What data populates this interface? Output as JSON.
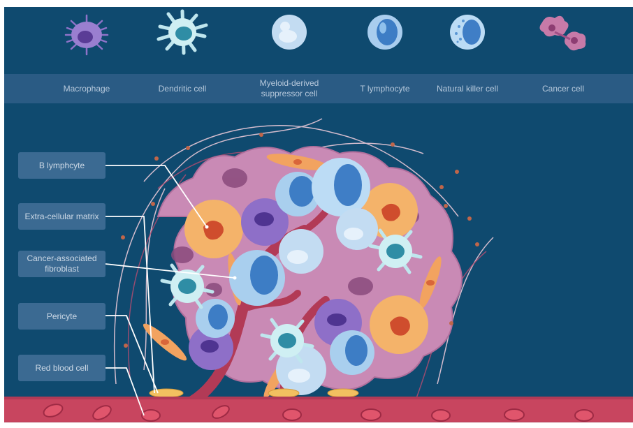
{
  "top_legend": [
    {
      "label": "Macrophage",
      "icon": "macrophage-icon"
    },
    {
      "label": "Dendritic cell",
      "icon": "dendritic-cell-icon"
    },
    {
      "label": "Myeloid-derived\nsuppressor cell",
      "icon": "mdsc-icon"
    },
    {
      "label": "T lymphocyte",
      "icon": "t-lymphocyte-icon"
    },
    {
      "label": "Natural killer cell",
      "icon": "nk-cell-icon"
    },
    {
      "label": "Cancer cell",
      "icon": "cancer-cell-icon"
    }
  ],
  "side_labels": [
    {
      "label": "B lymphcyte"
    },
    {
      "label": "Extra-cellular matrix"
    },
    {
      "label": "Cancer-associated\nfibroblast"
    },
    {
      "label": "Pericyte"
    },
    {
      "label": "Red blood cell"
    }
  ],
  "colors": {
    "background": "#0f4a6f",
    "label_bar": "#2a5b84",
    "side_label_box": "#3b6a92",
    "cancer_cell": "#c27aa8",
    "vessel": "#b23a56",
    "macrophage": "#8e6fc8",
    "lymphocyte": "#a9cfee",
    "fibroblast": "#f2a360"
  }
}
